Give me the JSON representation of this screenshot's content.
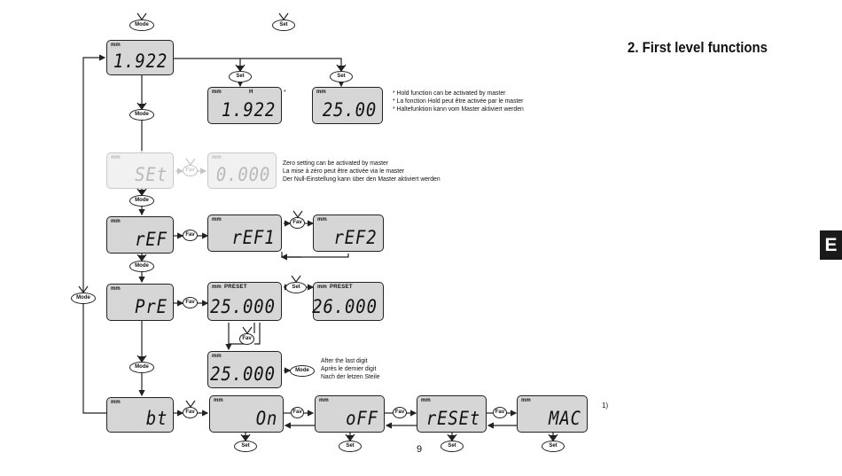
{
  "heading": "2. First level functions",
  "section_tab": "E",
  "page_number": "9",
  "footnote_mark": "1)",
  "displays": {
    "main": {
      "unit": "mm",
      "value": "1.922"
    },
    "hold": {
      "unit": "mm",
      "flag": "H",
      "value": "1.922"
    },
    "hold_set": {
      "unit": "mm",
      "value": "25.00"
    },
    "set_mode": {
      "unit": "mm",
      "value": "SEt"
    },
    "zero": {
      "unit": "mm",
      "value": "0.000"
    },
    "ref": {
      "unit": "mm",
      "value": "rEF"
    },
    "ref1": {
      "unit": "mm",
      "value": "rEF1"
    },
    "ref2": {
      "unit": "mm",
      "value": "rEF2"
    },
    "pre": {
      "unit": "mm",
      "value": "PrE"
    },
    "preset_edit": {
      "unit": "mm",
      "label": "PRESET",
      "value": "25.000"
    },
    "preset_next": {
      "unit": "mm",
      "label": "PRESET",
      "value": "26.000"
    },
    "preset_last": {
      "unit": "mm",
      "value": "25.000"
    },
    "bt": {
      "unit": "mm",
      "value": "bt"
    },
    "on": {
      "unit": "mm",
      "value": "On"
    },
    "off": {
      "unit": "mm",
      "value": "oFF"
    },
    "reset": {
      "unit": "mm",
      "value": "rESEt"
    },
    "mac": {
      "unit": "mm",
      "value": "MAC"
    }
  },
  "buttons": {
    "mode": "Mode",
    "set": "Set",
    "fav": "Fav"
  },
  "notes": {
    "hold": [
      "* Hold function can be activated by master",
      "* La fonction Hold peut être activée par le master",
      "* Haltefunktion kann vom Master aktiviert werden"
    ],
    "hold_mark": "*",
    "zero": [
      "Zero setting can be activated by master",
      "La mise à zéro peut être activée via le master",
      "Der Null-Einstellung kann über den Master aktiviert werden"
    ],
    "last_digit": [
      "After the last digit",
      "Après le dernier digit",
      "Nach der letzen Steile"
    ]
  }
}
